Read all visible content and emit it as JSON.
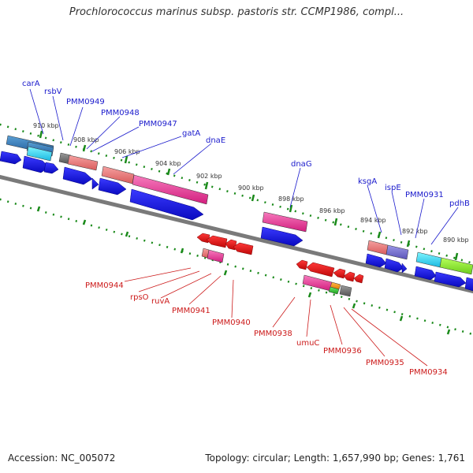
{
  "title": "Prochlorococcus marinus subsp. pastoris str. CCMP1986, compl...",
  "accession": "Accession: NC_005072",
  "summary": "Topology: circular; Length: 1,657,990 bp; Genes: 1,761",
  "colors": {
    "fwd_arrow": "#1010e0",
    "rev_arrow": "#e00808",
    "fwd_label": "#1a1acc",
    "rev_label": "#cc1a1a",
    "tick": "#1a8a1a",
    "backbone": "#808080"
  },
  "ticks": [
    "910 kbp",
    "908 kbp",
    "906 kbp",
    "904 kbp",
    "902 kbp",
    "900 kbp",
    "898 kbp",
    "896 kbp",
    "894 kbp",
    "892 kbp",
    "890 kbp"
  ],
  "forward_labels": [
    "carA",
    "rsbV",
    "PMM0949",
    "PMM0948",
    "PMM0947",
    "gatA",
    "dnaE",
    "dnaG",
    "ksgA",
    "ispE",
    "PMM0931",
    "pdhB"
  ],
  "reverse_labels": [
    "PMM0944",
    "rpsO",
    "ruvA",
    "PMM0941",
    "PMM0940",
    "PMM0938",
    "umuC",
    "PMM0936",
    "PMM0935",
    "PMM0934"
  ]
}
